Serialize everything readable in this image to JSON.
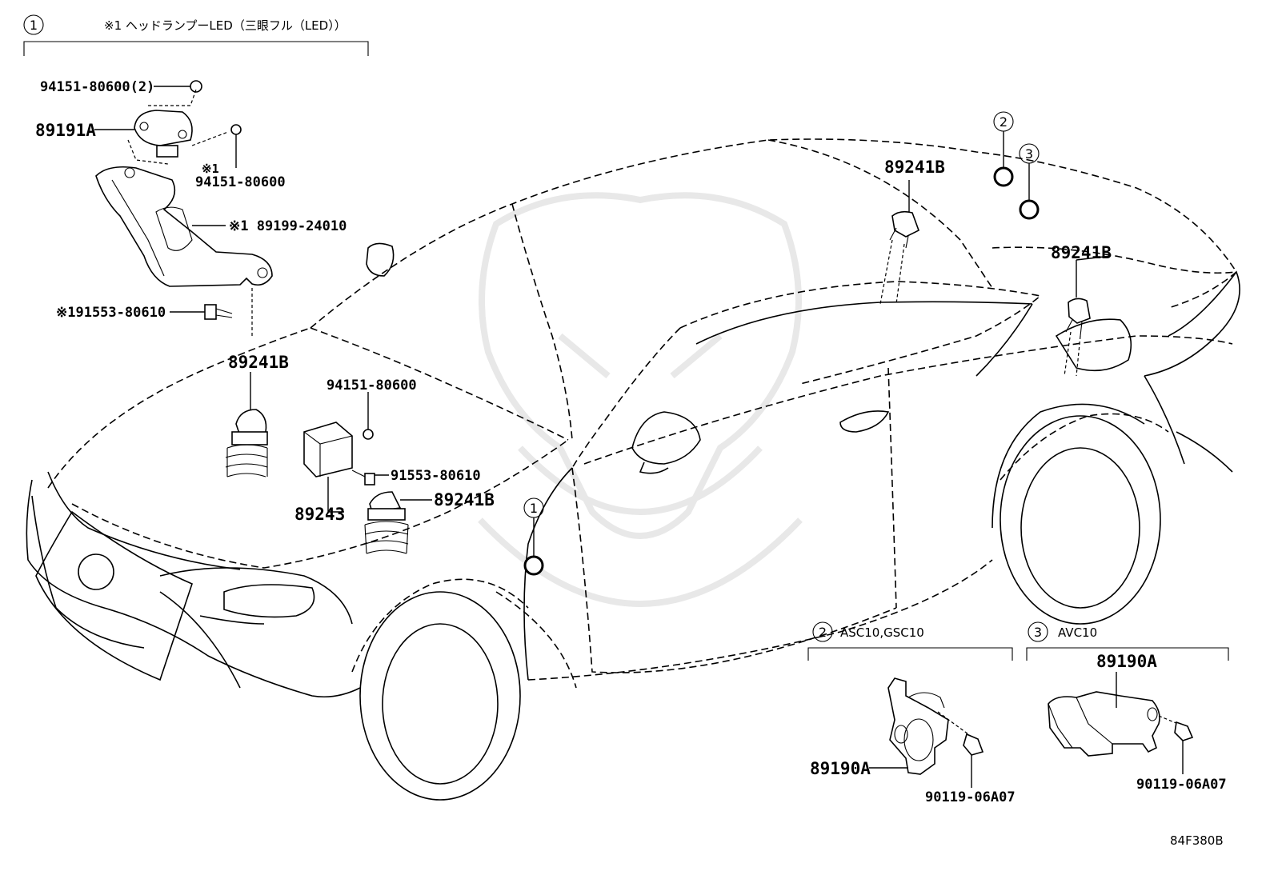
{
  "section1": {
    "number": "1",
    "caption": "※1 ヘッドランプーLED（三眼フル（LED））"
  },
  "section2": {
    "number": "2",
    "caption": "ASC10,GSC10"
  },
  "section3": {
    "number": "3",
    "caption": "AVC10"
  },
  "markers": {
    "m1": "1",
    "m2": "2",
    "m3": "3"
  },
  "labels": {
    "nut_top": "94151-80600(2)",
    "sensor_front": "89191A",
    "nut_note": "※1",
    "nut_side": "94151-80600",
    "bracket": "※1 89199-24010",
    "bolt_left": "※191553-80610",
    "sensor_front_left": "89241B",
    "nut_ecu": "94151-80600",
    "bolt_ecu": "91553-80610",
    "ecu": "89243",
    "sensor_front_right": "89241B",
    "sensor_rear_left": "89241B",
    "sensor_rear_right": "89241B",
    "sensor_rear_asc": "89190A",
    "bolt_asc": "90119-06A07",
    "sensor_rear_avc": "89190A",
    "bolt_avc": "90119-06A07",
    "diagram_id": "84F380B"
  }
}
